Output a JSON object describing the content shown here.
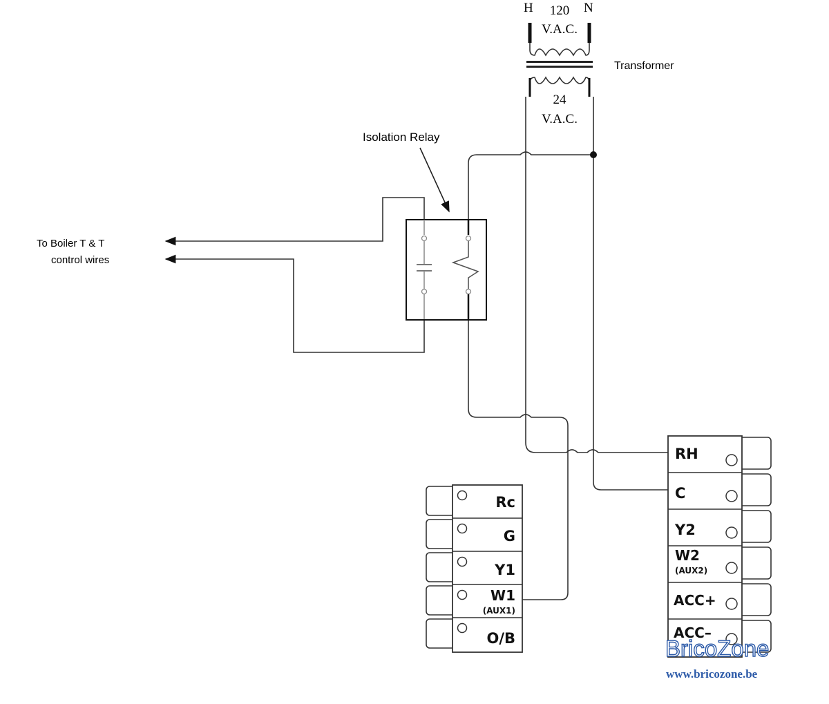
{
  "transformer": {
    "hot": "H",
    "neutral": "N",
    "primary_voltage": "120",
    "primary_unit": "V.A.C.",
    "secondary_voltage": "24",
    "secondary_unit": "V.A.C.",
    "label": "Transformer"
  },
  "relay": {
    "label": "Isolation Relay"
  },
  "boiler": {
    "line1": "To Boiler T & T",
    "line2": "control wires"
  },
  "left_block": {
    "terminals": [
      {
        "label": "Rc",
        "sub": ""
      },
      {
        "label": "G",
        "sub": ""
      },
      {
        "label": "Y1",
        "sub": ""
      },
      {
        "label": "W1",
        "sub": "(AUX1)"
      },
      {
        "label": "O/B",
        "sub": ""
      }
    ]
  },
  "right_block": {
    "terminals": [
      {
        "label": "RH",
        "sub": ""
      },
      {
        "label": "C",
        "sub": ""
      },
      {
        "label": "Y2",
        "sub": ""
      },
      {
        "label": "W2",
        "sub": "(AUX2)"
      },
      {
        "label": "ACC+",
        "sub": ""
      },
      {
        "label": "ACC–",
        "sub": ""
      }
    ]
  },
  "watermark": {
    "brand": "BricoZone",
    "url": "www.bricozone.be"
  }
}
